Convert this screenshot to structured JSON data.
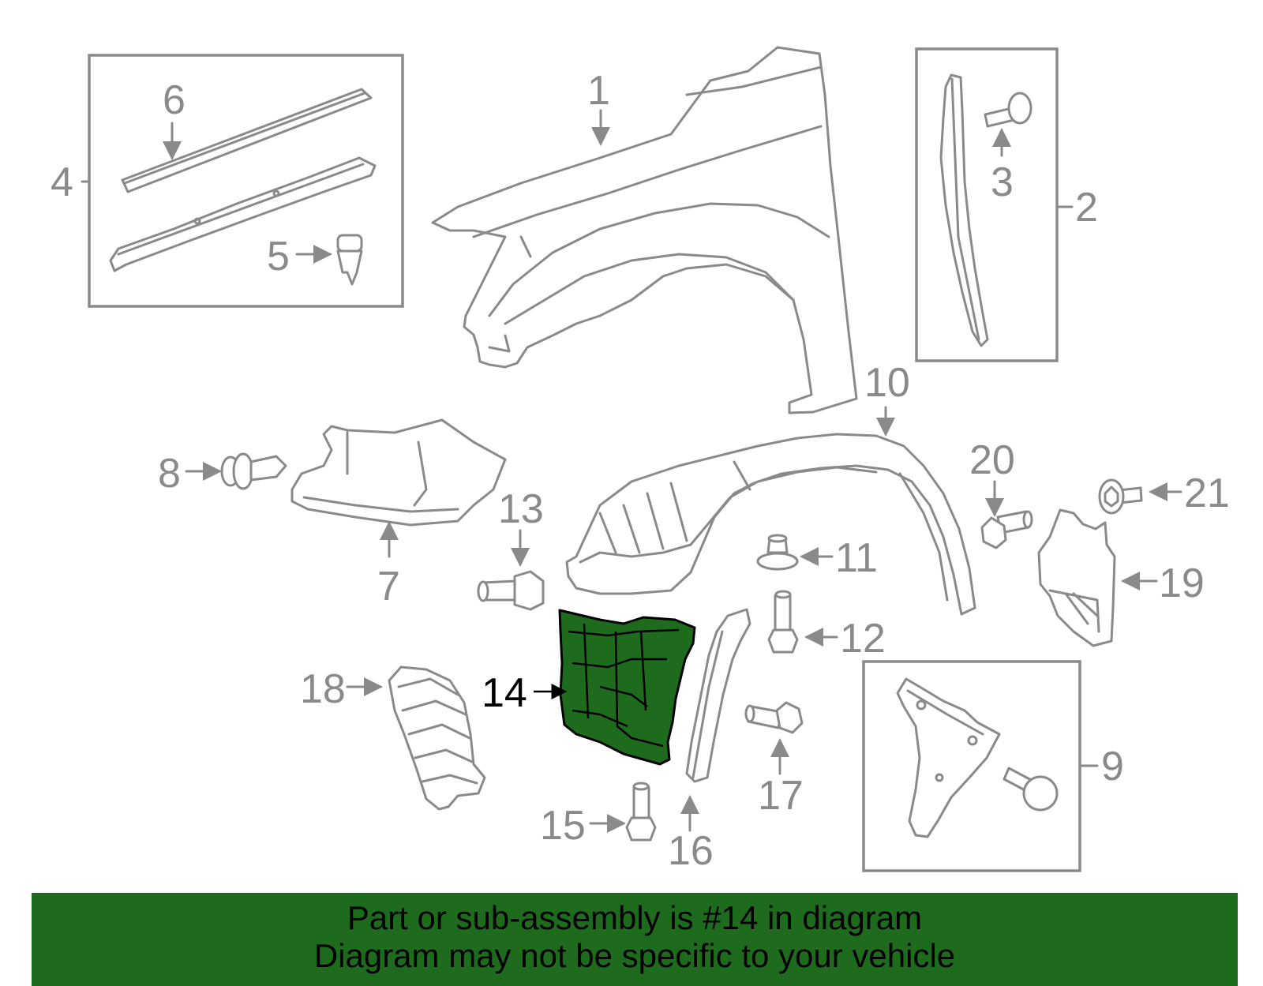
{
  "diagram": {
    "highlighted_part": "14",
    "highlight_color": "#1e6b1e",
    "line_color": "#8a8a8a",
    "callouts": [
      "1",
      "2",
      "3",
      "4",
      "5",
      "6",
      "7",
      "8",
      "9",
      "10",
      "11",
      "12",
      "13",
      "14",
      "15",
      "16",
      "17",
      "18",
      "19",
      "20",
      "21"
    ]
  },
  "banner": {
    "line1": "Part or sub-assembly is #14 in diagram",
    "line2": "Diagram may not be specific to your vehicle",
    "background": "#1e6b1e"
  }
}
